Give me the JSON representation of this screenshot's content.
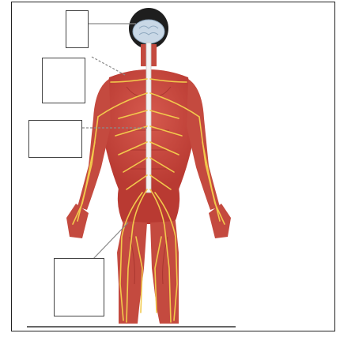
{
  "diagram": {
    "colors": {
      "border": "#222222",
      "muscle": "#c9483f",
      "muscle_dark": "#a3322c",
      "nerve": "#f2c94c",
      "brain": "#c9d8e6",
      "leader_line": "#8a8a8a"
    },
    "label_boxes": [
      {
        "name": "brain-label-box",
        "text": ""
      },
      {
        "name": "nerve-label-box",
        "text": ""
      },
      {
        "name": "spinal-cord-label-box",
        "text": ""
      },
      {
        "name": "peripheral-nerve-label-box",
        "text": ""
      }
    ]
  }
}
